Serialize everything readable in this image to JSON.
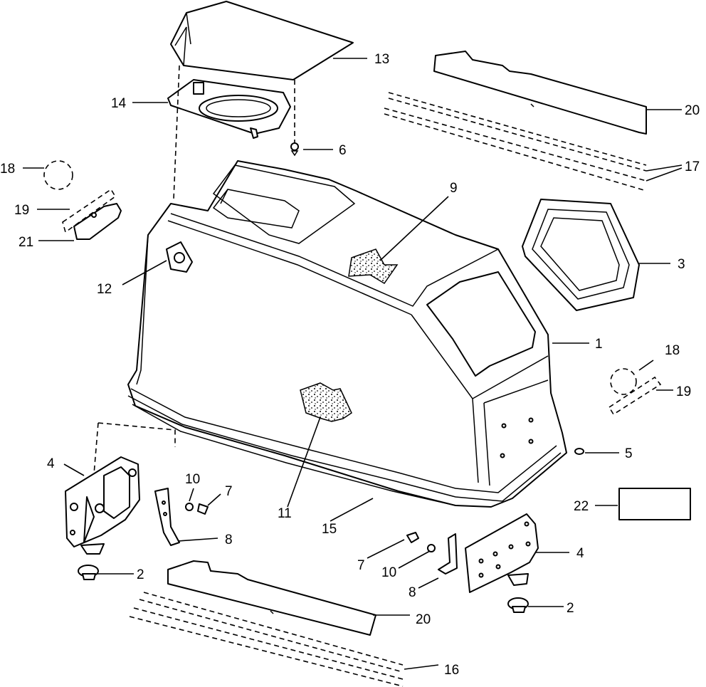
{
  "callouts": {
    "c1": "1",
    "c2a": "2",
    "c2b": "2",
    "c3": "3",
    "c4a": "4",
    "c4b": "4",
    "c5": "5",
    "c6": "6",
    "c7a": "7",
    "c7b": "7",
    "c8a": "8",
    "c8b": "8",
    "c9": "9",
    "c10a": "10",
    "c10b": "10",
    "c11": "11",
    "c12": "12",
    "c13": "13",
    "c14": "14",
    "c15": "15",
    "c16": "16",
    "c17": "17",
    "c18a": "18",
    "c18b": "18",
    "c19a": "19",
    "c19b": "19",
    "c20a": "20",
    "c20b": "20",
    "c21": "21",
    "c22": "22"
  }
}
